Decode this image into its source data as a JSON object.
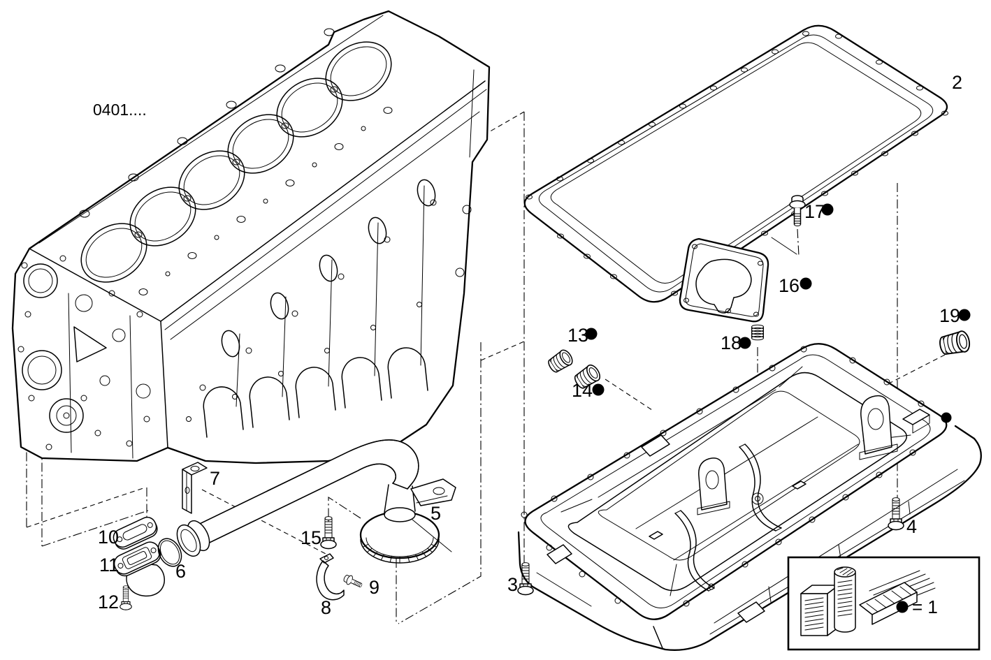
{
  "drawing_type": "exploded-parts-diagram",
  "reference": {
    "code": "0401...."
  },
  "callouts": {
    "c2": {
      "number": "2",
      "dot": false
    },
    "c3": {
      "number": "3",
      "dot": false
    },
    "c4": {
      "number": "4",
      "dot": false
    },
    "c5": {
      "number": "5",
      "dot": false
    },
    "c6": {
      "number": "6",
      "dot": false
    },
    "c7": {
      "number": "7",
      "dot": false
    },
    "c8": {
      "number": "8",
      "dot": false
    },
    "c9": {
      "number": "9",
      "dot": false
    },
    "c10": {
      "number": "10",
      "dot": false
    },
    "c11": {
      "number": "11",
      "dot": false
    },
    "c12": {
      "number": "12",
      "dot": false
    },
    "c13": {
      "number": "13",
      "dot": true
    },
    "c14": {
      "number": "14",
      "dot": true
    },
    "c15": {
      "number": "15",
      "dot": false
    },
    "c16": {
      "number": "16",
      "dot": true
    },
    "c17": {
      "number": "17",
      "dot": true
    },
    "c18": {
      "number": "18",
      "dot": true
    },
    "c19": {
      "number": "19",
      "dot": true
    }
  },
  "legend": {
    "dot_symbol": "●",
    "equation": "= 1"
  },
  "markers": {
    "unnumbered_dot": "●"
  },
  "colors": {
    "line": "#000000",
    "background": "#ffffff",
    "dot": "#000000"
  }
}
